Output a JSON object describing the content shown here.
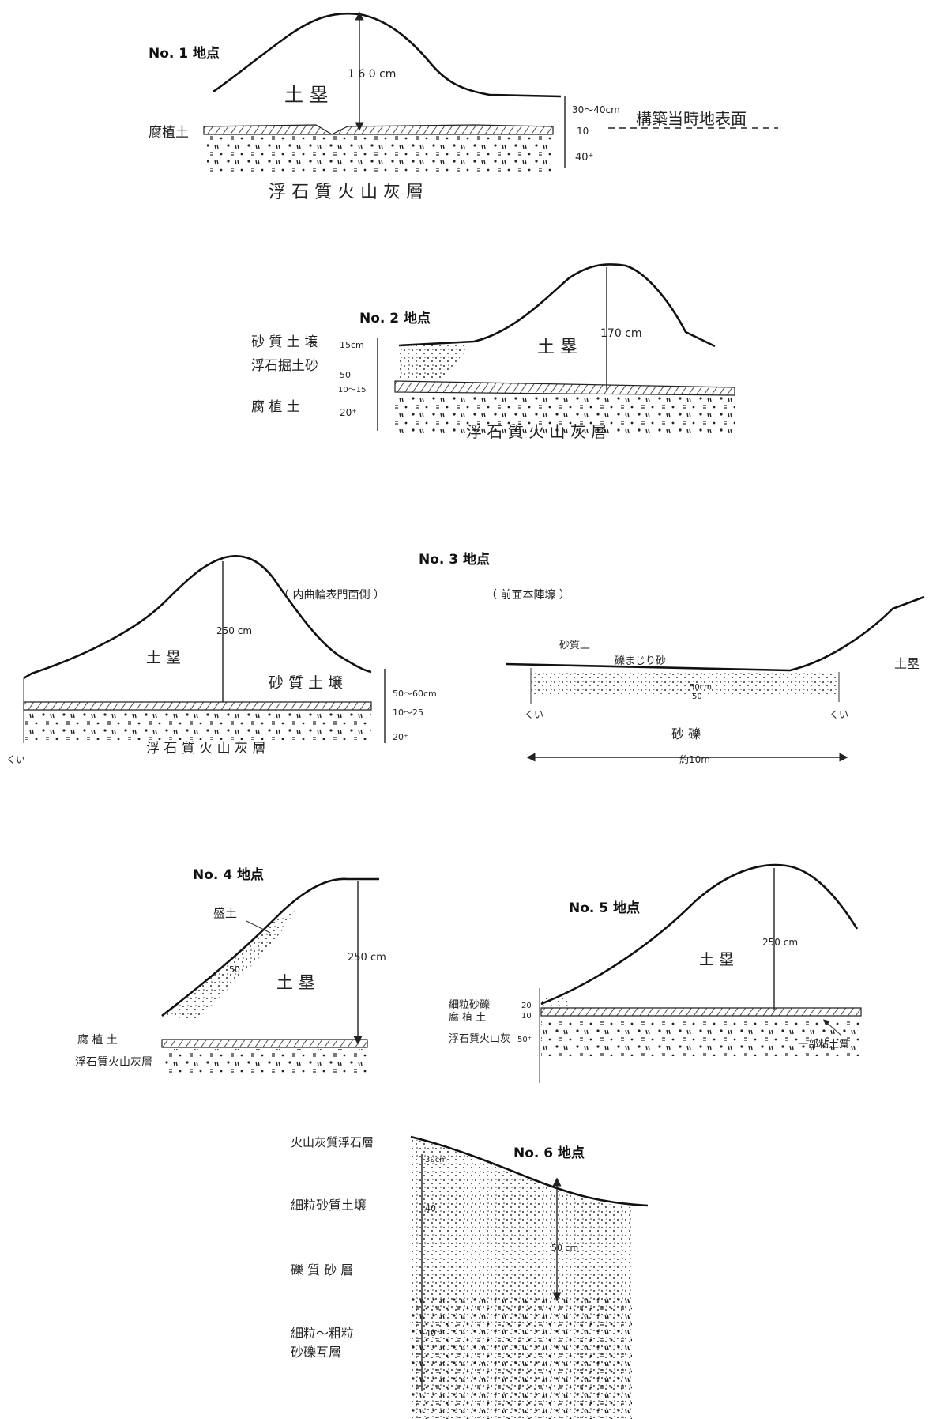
{
  "site1": {
    "title": "No. 1 地点",
    "height": "1 6 0 cm",
    "mound": "土 塁",
    "humus": "腐植土",
    "d1": "30～40cm",
    "d2": "10",
    "d3": "40⁺",
    "surface": "構築当時地表面",
    "ash": "浮 石 質 火 山 灰 層"
  },
  "site2": {
    "title": "No. 2 地点",
    "l1": "砂 質 土 壌",
    "l2": "浮石掘土砂",
    "l3": "腐 植 土",
    "d1": "15cm",
    "d2": "50",
    "d3": "10～15",
    "d4": "20⁺",
    "height": "170 cm",
    "mound": "土 塁",
    "ash": "浮 石 質 火 山 灰 層"
  },
  "site3": {
    "title": "No. 3 地点",
    "sub_left": "（ 内曲輪表門面側 ）",
    "sub_right": "（ 前面本陣壕 ）",
    "height": "250 cm",
    "mound": "土 塁",
    "sandy": "砂 質 土 壌",
    "d1": "50～60cm",
    "d2": "10～25",
    "d3": "20⁺",
    "ash": "浮 石 質 火 山 灰 層",
    "kui": "くい",
    "kui2": "くい",
    "kui3": "くい",
    "sandy2": "砂質土",
    "gravel_sand": "礫まじり砂",
    "d4": "50cm",
    "d5": "50",
    "gravel": "砂 礫",
    "width": "約10m",
    "mound2": "土塁"
  },
  "site4": {
    "title": "No. 4 地点",
    "fill": "盛土",
    "d1": "50",
    "height": "250 cm",
    "mound": "土 塁",
    "humus": "腐 植 土",
    "ash": "浮石質火山灰層"
  },
  "site5": {
    "title": "No. 5 地点",
    "l1": "細粒砂礫",
    "l2": "腐 植 土",
    "l3": "浮石質火山灰",
    "d1": "20",
    "d2": "10",
    "d3": "50⁺",
    "height": "250 cm",
    "mound": "土 塁",
    "part": "一部粘土質"
  },
  "site6": {
    "title": "No. 6 地点",
    "l1": "火山灰質浮石層",
    "l2": "細粒砂質土壌",
    "l3": "礫 質 砂 層",
    "l4a": "細粒～粗粒",
    "l4b": "砂礫互層",
    "d1": "30cm",
    "d2": "40",
    "d3": "50 cm",
    "d4": "40⁺"
  }
}
